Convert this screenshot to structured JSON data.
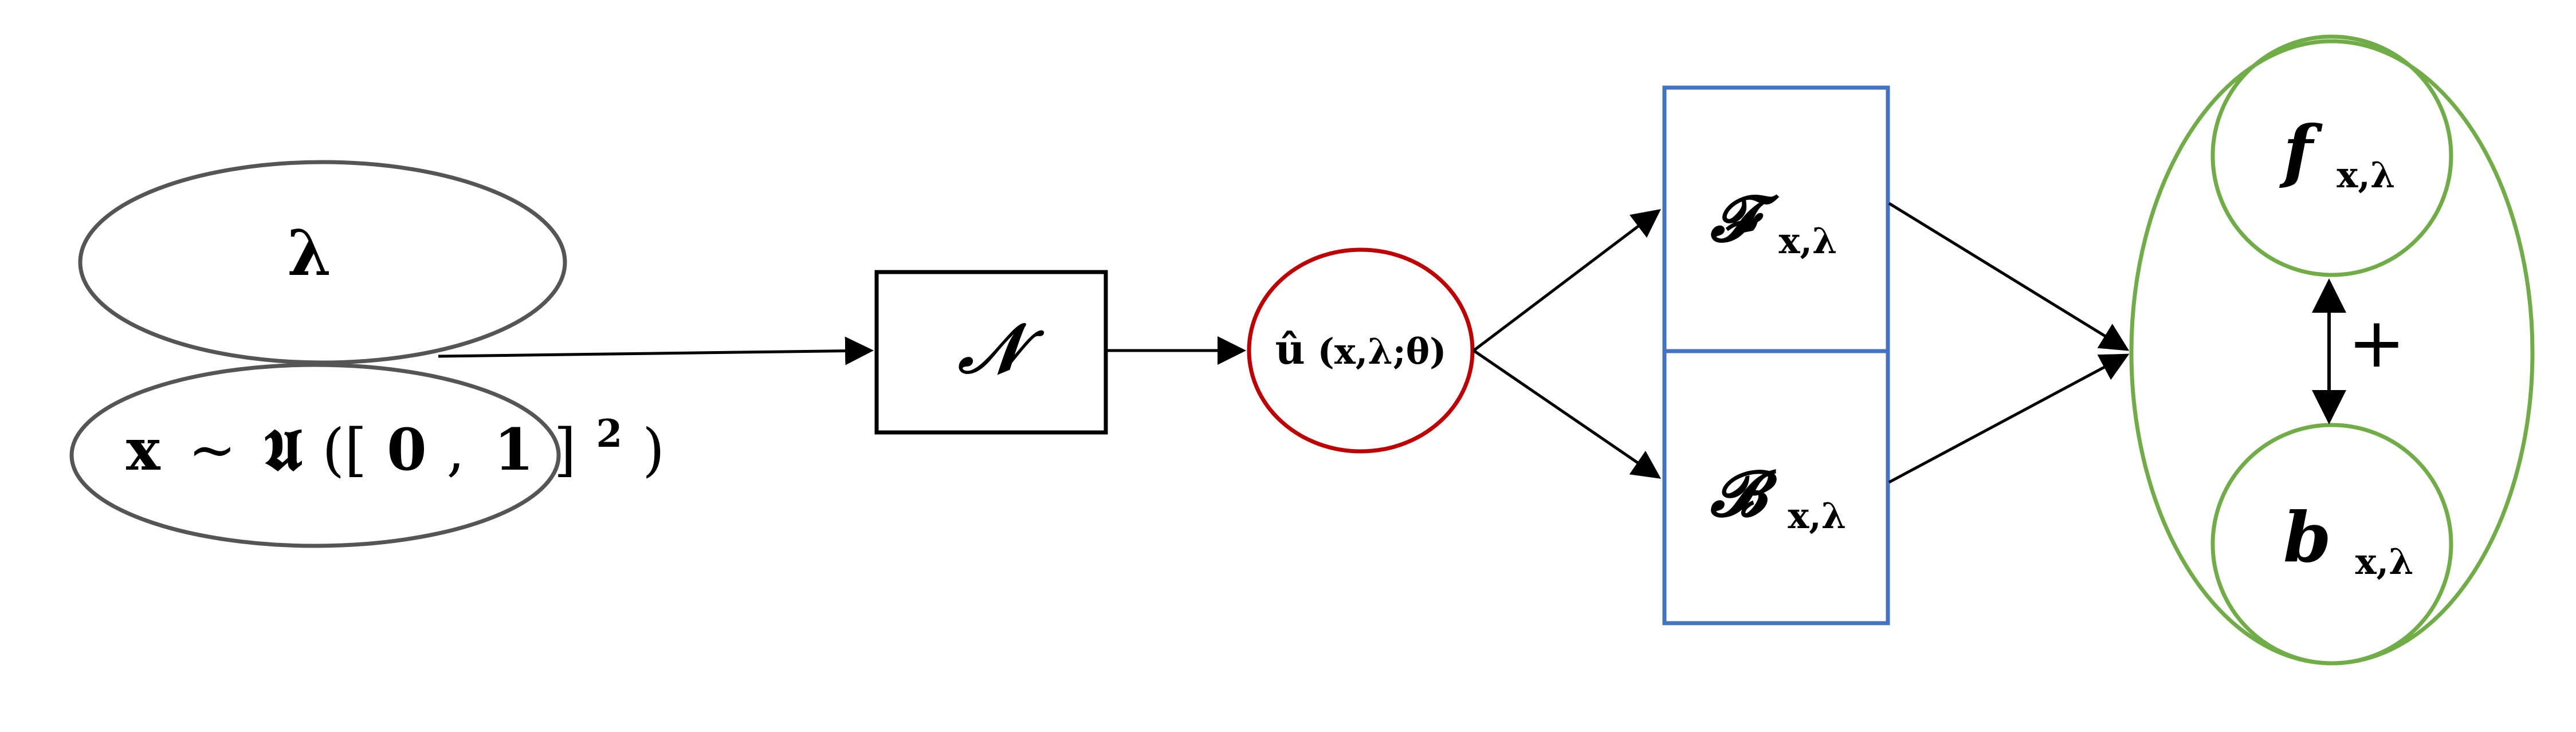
{
  "colors": {
    "ellipse_stroke": "#555555",
    "box_stroke": "#000000",
    "output_stroke": "#c00000",
    "operator_box_stroke": "#4472c4",
    "term_stroke": "#70ad47",
    "arrow": "#000000"
  },
  "inputs": {
    "lambda": "λ",
    "x_dist": {
      "x": "x",
      "tilde": "~",
      "U": "𝖀",
      "paren_open": "([",
      "zero": "0",
      "comma": ",",
      "one": "1",
      "bracket_close": "]",
      "exp": "2",
      "paren_close": ")"
    }
  },
  "network": {
    "symbol": "𝒩"
  },
  "output": {
    "hat_u": "û",
    "args": "(x,λ;θ)"
  },
  "operators": {
    "F": {
      "symbol": "𝓕",
      "sub": "x,λ"
    },
    "B": {
      "symbol": "𝓑",
      "sub": "x,λ"
    }
  },
  "terms": {
    "f": {
      "symbol": "f",
      "sub": "x,λ"
    },
    "b": {
      "symbol": "b",
      "sub": "x,λ"
    },
    "plus": "+"
  }
}
